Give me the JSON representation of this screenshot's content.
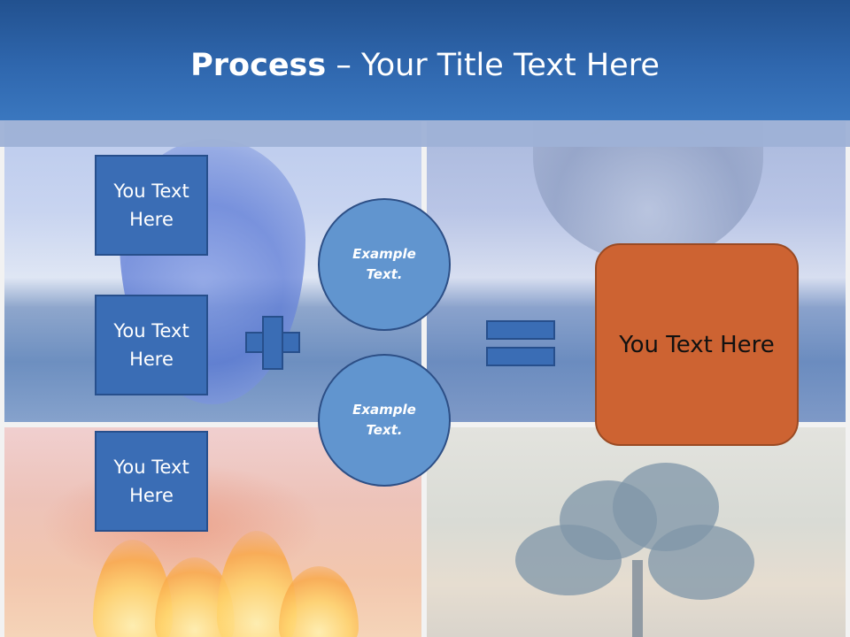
{
  "slide": {
    "title": {
      "bold": "Process",
      "rest": " – Your Title Text Here"
    },
    "boxes": [
      {
        "label": "You Text\nHere"
      },
      {
        "label": "You Text\nHere"
      },
      {
        "label": "You Text\nHere"
      }
    ],
    "circles": [
      {
        "label": "Example\nText."
      },
      {
        "label": "Example\nText."
      }
    ],
    "result": {
      "label": "You Text Here"
    },
    "operators": {
      "plus": "plus-sign-icon",
      "equals": "equals-sign-icon"
    },
    "colors": {
      "header": "#2f67ae",
      "box_fill": "#3a6db5",
      "circle_fill": "#6195cf",
      "result_fill": "#cd6332"
    }
  }
}
